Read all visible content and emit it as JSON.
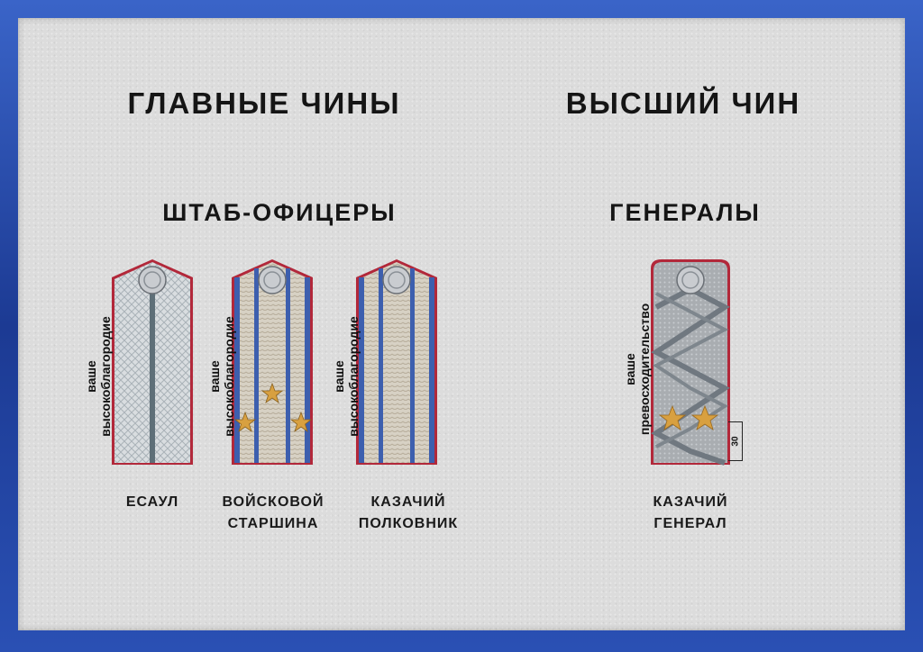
{
  "headings": {
    "main_ranks": "ГЛАВНЫЕ ЧИНЫ",
    "highest_rank": "ВЫСШИЙ ЧИН",
    "staff_officers": "ШТАБ-ОФИЦЕРЫ",
    "generals": "ГЕНЕРАЛЫ"
  },
  "straps": [
    {
      "address_line1": "ваше",
      "address_line2": "высокоблагородие",
      "rank_line1": "ЕСАУЛ",
      "rank_line2": "",
      "stars": 0
    },
    {
      "address_line1": "ваше",
      "address_line2": "высокоблагородие",
      "rank_line1": "ВОЙСКОВОЙ",
      "rank_line2": "СТАРШИНА",
      "stars": 3
    },
    {
      "address_line1": "ваше",
      "address_line2": "высокоблагородие",
      "rank_line1": "КАЗАЧИЙ",
      "rank_line2": "ПОЛКОВНИК",
      "stars": 0
    },
    {
      "address_line1": "ваше",
      "address_line2": "превосходительство",
      "rank_line1": "КАЗАЧИЙ",
      "rank_line2": "ГЕНЕРАЛ",
      "stars": 2
    }
  ],
  "measure_label": "30",
  "colors": {
    "frame": "#1f3f9a",
    "panel": "#dcdcdc",
    "piping": "#b2283a",
    "stripe_blue": "#3d5fae",
    "star_gold": "#d8a040"
  }
}
